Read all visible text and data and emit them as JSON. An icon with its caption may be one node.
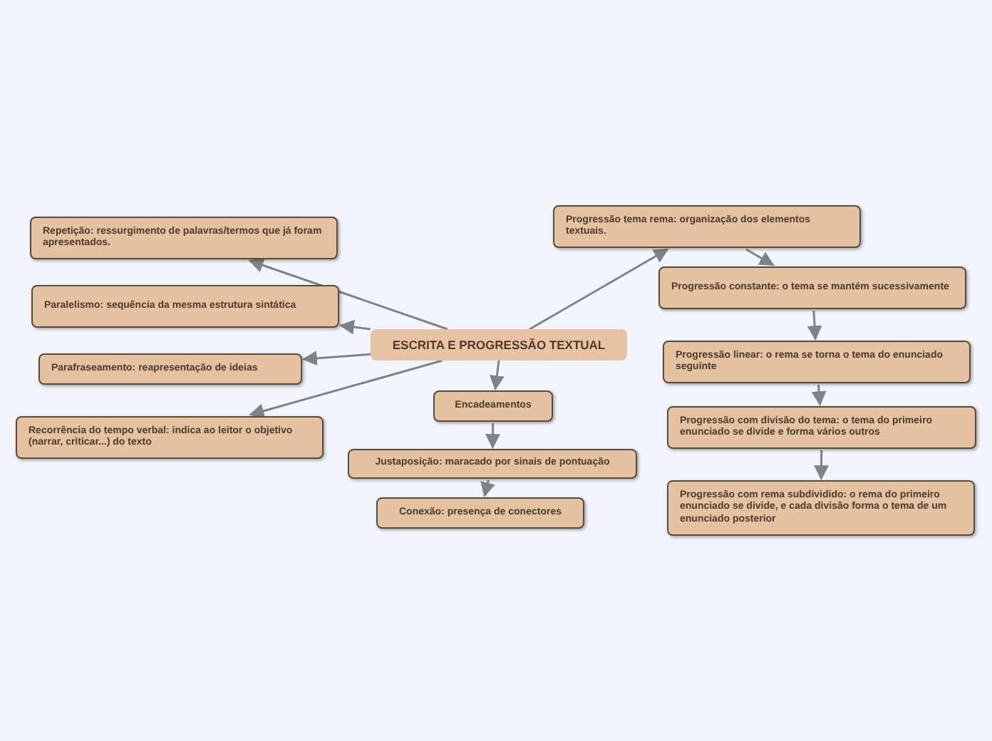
{
  "diagram": {
    "nodes": [
      {
        "text": [
          "ESCRITA E PROGRESSÃO TEXTUAL"
        ]
      },
      {
        "text": [
          "Repetição: ressurgimento de palavras/termos que já foram apresentados."
        ]
      },
      {
        "text": [
          "Paralelismo: sequência da mesma estrutura sintática"
        ]
      },
      {
        "text": [
          "Parafraseamento: reapresentação de ideias"
        ]
      },
      {
        "text": [
          "Recorrência do tempo verbal: indica ao leitor o objetivo (narrar, criticar...) do texto"
        ]
      },
      {
        "text": [
          "Encadeamentos"
        ]
      },
      {
        "text": [
          "Justaposição: maracado por sinais de pontuação"
        ]
      },
      {
        "text": [
          "Conexão: presença de conectores"
        ]
      },
      {
        "text": [
          "Progressão tema rema: organização dos elementos textuais."
        ]
      },
      {
        "text": [
          "Progressão constante: o tema se mantém sucessivamente"
        ]
      },
      {
        "text": [
          "Progressão linear: o rema se torna o tema do enunciado seguinte"
        ]
      },
      {
        "text": [
          "Progressão com divisão do tema: o tema do primeiro enunciado se divide e forma vários outros"
        ]
      },
      {
        "text": [
          "Progressão com rema subdividido: o rema do primeiro enunciado se divide, e cada divisão forma o tema de um enunciado posterior"
        ]
      }
    ],
    "edges": [
      {
        "from": 0,
        "to": 1,
        "arrow": "to"
      },
      {
        "from": 0,
        "to": 2,
        "arrow": "to"
      },
      {
        "from": 0,
        "to": 3,
        "arrow": "to"
      },
      {
        "from": 0,
        "to": 4,
        "arrow": "to"
      },
      {
        "from": 0,
        "to": 5,
        "arrow": "to"
      },
      {
        "from": 5,
        "to": 6,
        "arrow": "to"
      },
      {
        "from": 6,
        "to": 7,
        "arrow": "to"
      },
      {
        "from": 0,
        "to": 8,
        "arrow": "to"
      },
      {
        "from": 8,
        "to": 9,
        "arrow": "to"
      },
      {
        "from": 9,
        "to": 10,
        "arrow": "to"
      },
      {
        "from": 10,
        "to": 11,
        "arrow": "to"
      },
      {
        "from": 11,
        "to": 12,
        "arrow": "to"
      }
    ]
  }
}
